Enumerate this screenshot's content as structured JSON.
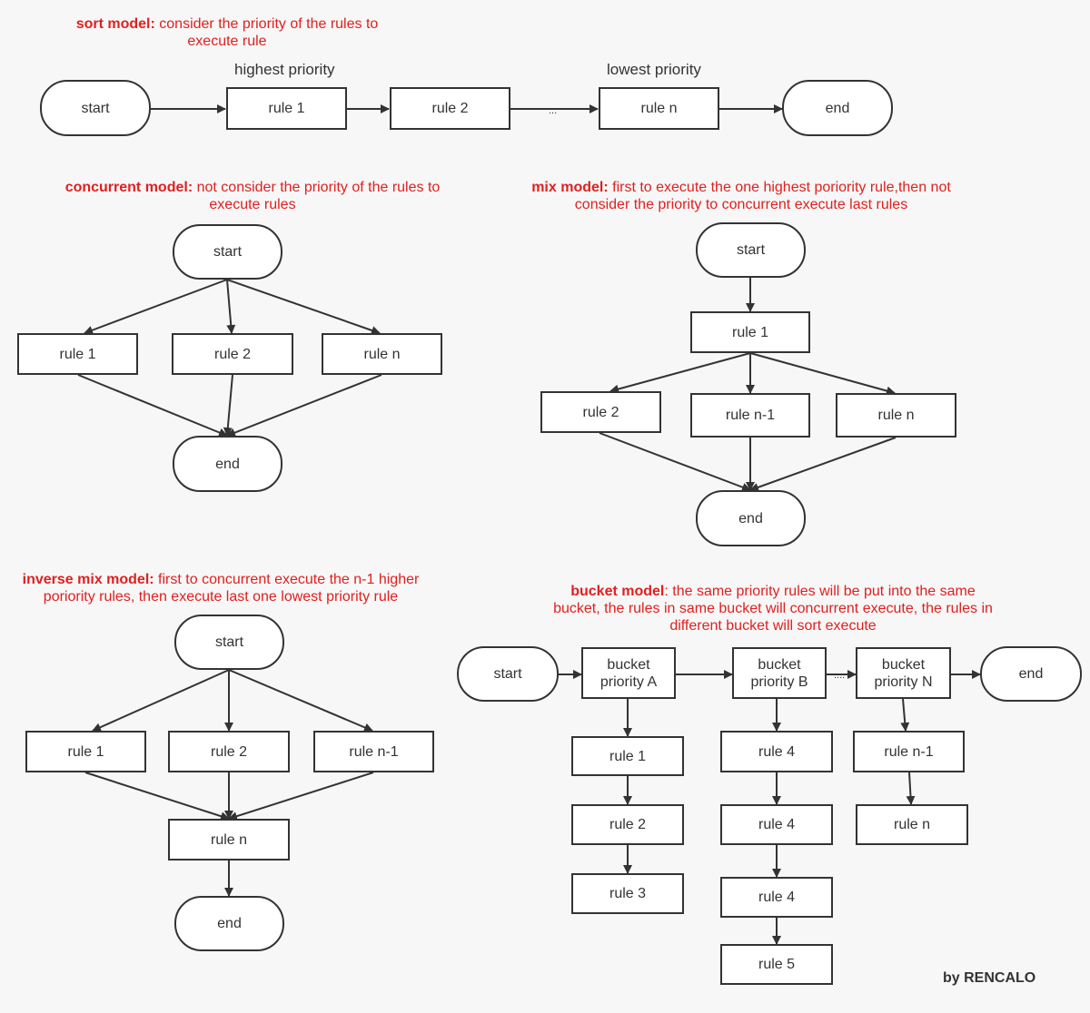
{
  "sort_model": {
    "title": "sort model:",
    "desc_1": " consider the priority of the rules to",
    "desc_2": "execute rule",
    "highest_label": "highest priority",
    "lowest_label": "lowest priority",
    "start": "start",
    "rule1": "rule 1",
    "rule2": "rule 2",
    "ellipsis": "...",
    "rulen": "rule n",
    "end": "end"
  },
  "concurrent_model": {
    "title": "concurrent model:",
    "desc_1": " not consider the priority of the rules to",
    "desc_2": "execute rules",
    "start": "start",
    "rule1": "rule 1",
    "rule2": "rule 2",
    "rulen": "rule n",
    "end": "end"
  },
  "mix_model": {
    "title": "mix model:",
    "desc_1": " first to execute the one highest poriority rule,then not",
    "desc_2": "consider the priority to concurrent execute last rules",
    "start": "start",
    "rule1": "rule 1",
    "rule2": "rule 2",
    "rulen1": "rule n-1",
    "rulen": "rule n",
    "end": "end"
  },
  "inverse_mix_model": {
    "title": "inverse mix model:",
    "desc_1": " first to concurrent execute the n-1 higher",
    "desc_2": "poriority rules, then execute last one lowest priority rule",
    "start": "start",
    "rule1": "rule 1",
    "rule2": "rule 2",
    "rulen1": "rule n-1",
    "rulen": "rule n",
    "end": "end"
  },
  "bucket_model": {
    "title": "bucket model",
    "desc_1": ": the same priority rules will be put into the same",
    "desc_2": "bucket, the rules in same bucket will concurrent execute, the rules in",
    "desc_3": "different bucket will sort execute",
    "start": "start",
    "bucket_a_1": "bucket",
    "bucket_a_2": "priority A",
    "bucket_b_1": "bucket",
    "bucket_b_2": "priority B",
    "bucket_n_1": "bucket",
    "bucket_n_2": "priority N",
    "ellipsis": "....",
    "end": "end",
    "a_rule1": "rule 1",
    "a_rule2": "rule 2",
    "a_rule3": "rule 3",
    "b_rule4a": "rule 4",
    "b_rule4b": "rule 4",
    "b_rule4c": "rule 4",
    "b_rule5": "rule 5",
    "n_rulen1": "rule n-1",
    "n_rulen": "rule n"
  },
  "credit": "by RENCALO"
}
